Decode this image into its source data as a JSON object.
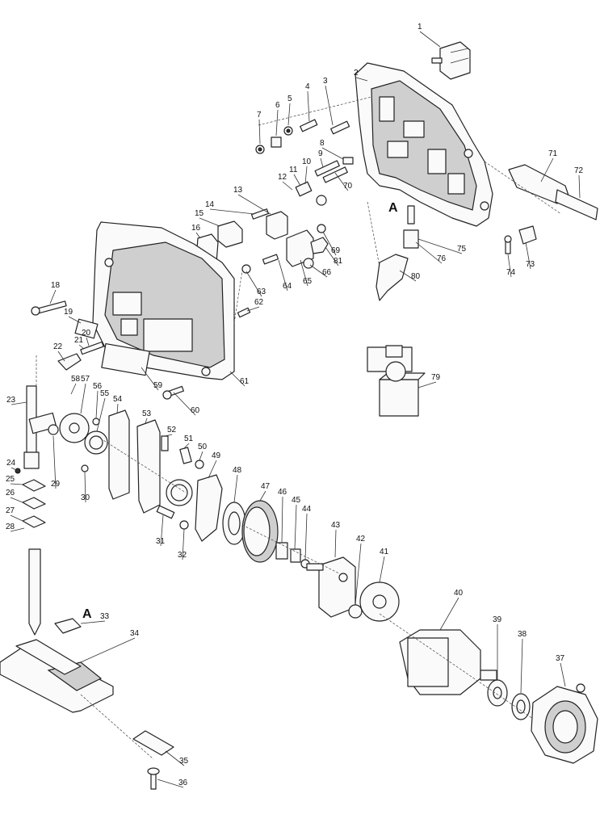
{
  "diagram": {
    "section_marker": "A",
    "part_numbers": [
      "1",
      "2",
      "3",
      "4",
      "5",
      "6",
      "7",
      "8",
      "9",
      "10",
      "11",
      "12",
      "13",
      "14",
      "15",
      "16",
      "18",
      "19",
      "20",
      "21",
      "22",
      "23",
      "24",
      "25",
      "26",
      "27",
      "28",
      "29",
      "30",
      "31",
      "32",
      "33",
      "34",
      "35",
      "36",
      "37",
      "38",
      "39",
      "40",
      "41",
      "42",
      "43",
      "44",
      "45",
      "46",
      "47",
      "48",
      "49",
      "50",
      "51",
      "52",
      "53",
      "54",
      "55",
      "56",
      "57",
      "58",
      "59",
      "60",
      "61",
      "62",
      "63",
      "64",
      "65",
      "66",
      "69",
      "70",
      "71",
      "72",
      "73",
      "74",
      "75",
      "76",
      "79",
      "80",
      "81"
    ]
  }
}
